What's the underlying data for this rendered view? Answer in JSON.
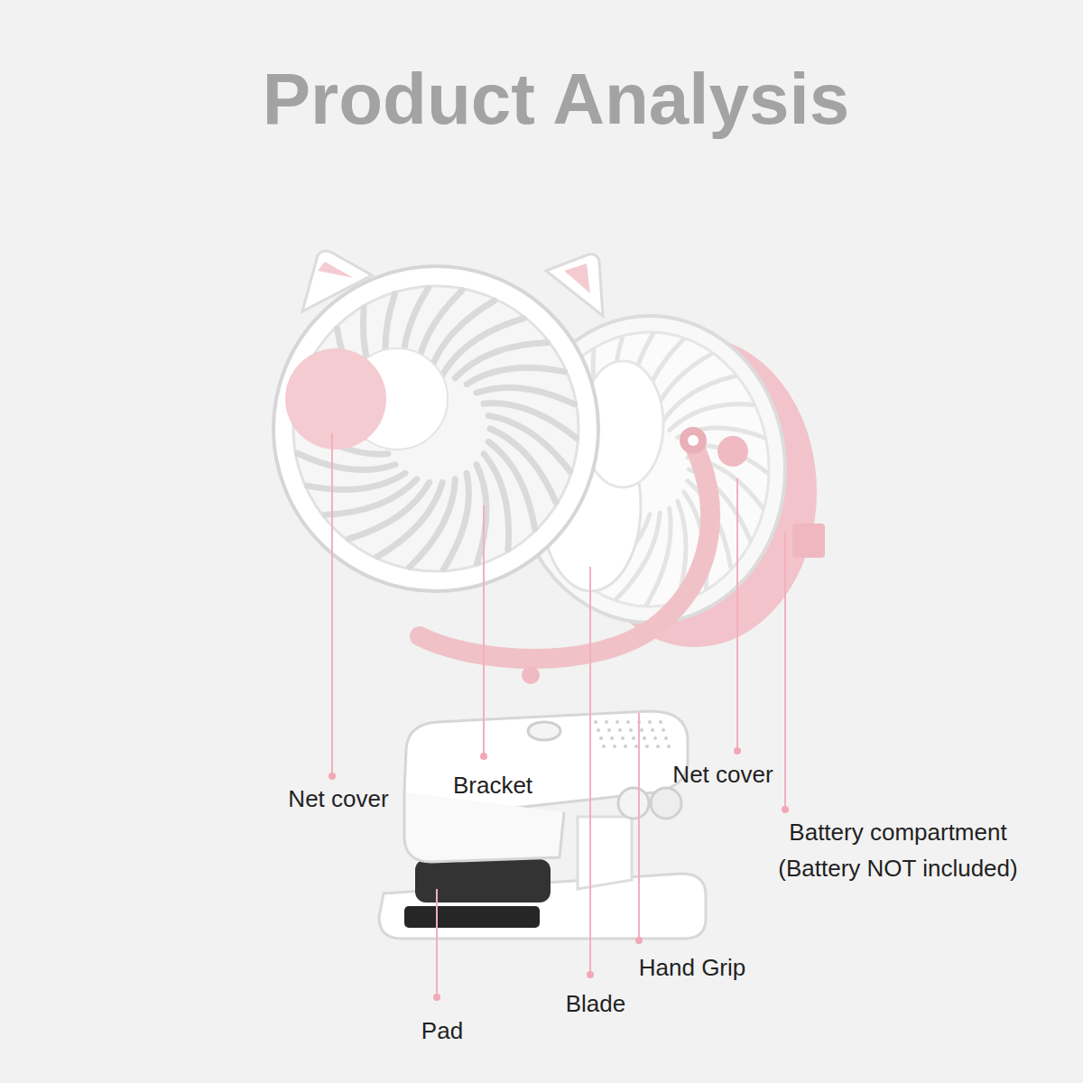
{
  "diagram": {
    "title": "Product Analysis",
    "labels": [
      "Net cover",
      "Bracket",
      "Net cover",
      "Battery compartment (Battery NOT included)",
      "Hand Grip",
      "Blade",
      "Pad"
    ]
  }
}
